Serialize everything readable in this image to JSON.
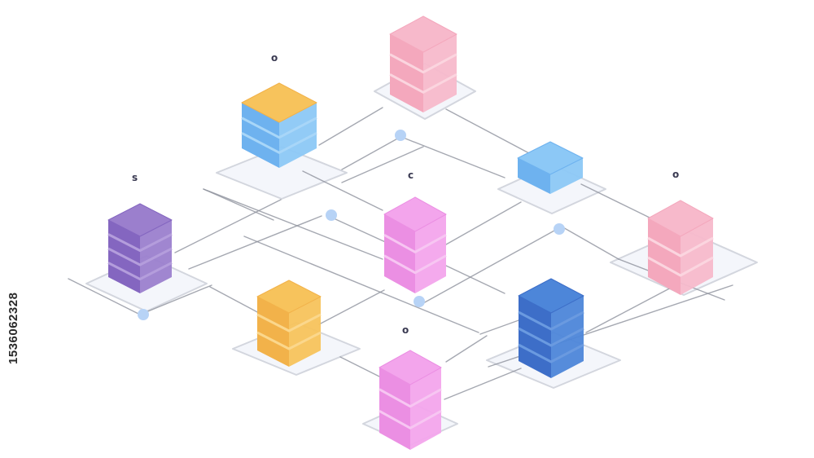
{
  "palette": {
    "line": "#8f939e",
    "plate_stroke": "#d3d6de",
    "plate_fill": "#f4f6fb",
    "dot": "#b7d3f6",
    "orange": {
      "top": "#f7c35c",
      "side": "#f2b24a",
      "band": "#fbd78c"
    },
    "blue_light": {
      "top": "#8cc8f6",
      "side": "#6eb2ef",
      "band": "#a8d6f8"
    },
    "pink_light": {
      "top": "#f7b9cb",
      "side": "#f4a8bd",
      "band": "#fbd5df"
    },
    "magenta": {
      "top": "#f3a5ec",
      "side": "#eb8fe3",
      "band": "#f7c6f2"
    },
    "purple": {
      "top": "#9b7fcd",
      "side": "#8466c0",
      "band": "#b49ddc"
    },
    "blue_dark": {
      "top": "#4d86d9",
      "side": "#3d6ec8",
      "band": "#6a9ae0"
    }
  },
  "nodes": [
    {
      "id": "node-pink-top",
      "color": "pink_light"
    },
    {
      "id": "node-orange-blue",
      "color": "orange",
      "body": "blue_light"
    },
    {
      "id": "node-blue-small",
      "color": "blue_light"
    },
    {
      "id": "node-purple",
      "color": "purple"
    },
    {
      "id": "node-magenta-center",
      "color": "magenta"
    },
    {
      "id": "node-pink-right",
      "color": "pink_light"
    },
    {
      "id": "node-orange-bottom",
      "color": "orange"
    },
    {
      "id": "node-blue-dark",
      "color": "blue_dark"
    },
    {
      "id": "node-magenta-bottom",
      "color": "magenta"
    }
  ],
  "glyphs": [
    "o",
    "s",
    "c",
    "o",
    "o"
  ],
  "side_text": "1536062328"
}
